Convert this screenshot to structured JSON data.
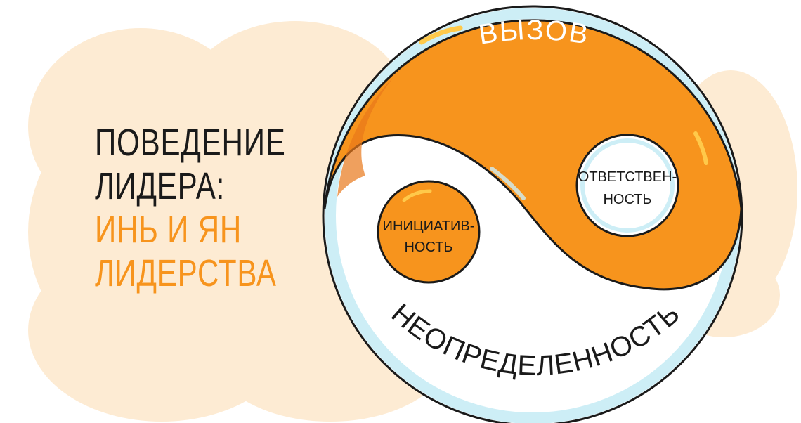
{
  "heading": {
    "line1": "ПОВЕДЕНИЕ",
    "line2": "ЛИДЕРА:",
    "line3": "ИНЬ И ЯН",
    "line4": "ЛИДЕРСТВА"
  },
  "diagram": {
    "top_label": "ВЫЗОВ",
    "bottom_label": "НЕОПРЕДЕЛЕННОСТЬ",
    "orange_dot": {
      "line1": "ИНИЦИАТИВ-",
      "line2": "НОСТЬ"
    },
    "white_dot": {
      "line1": "ОТВЕТСТВЕН-",
      "line2": "НОСТЬ"
    }
  },
  "colors": {
    "orange": "#f7941d",
    "orange_dark": "#e8781a",
    "highlight": "#ffc94a",
    "light_blue": "#cdeef6",
    "outline": "#1a1a1a",
    "blob": "#fdebd3"
  }
}
